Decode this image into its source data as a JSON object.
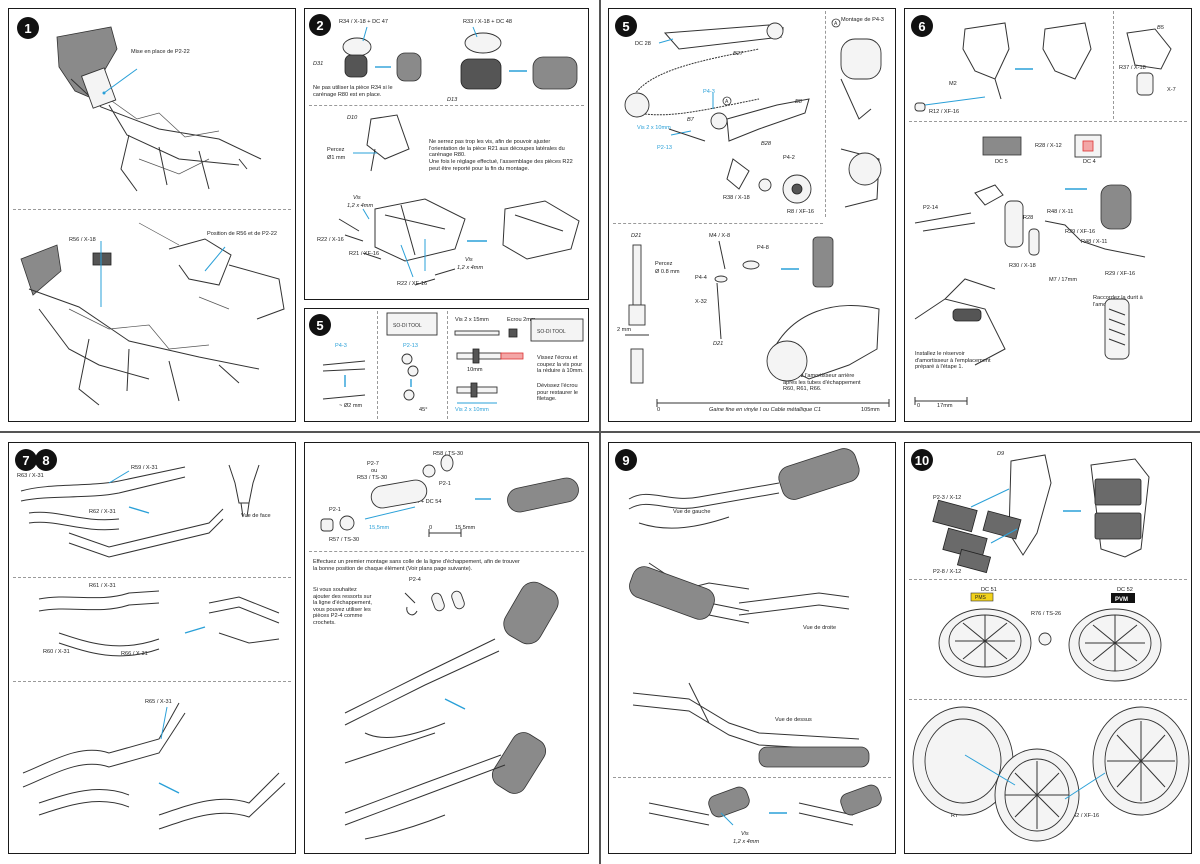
{
  "page_1": {
    "step1": {
      "num": "1",
      "title": "Mise en place de P2-22",
      "r56_label": "R56 / X-18",
      "title2": "Position de R56 et de P2-22"
    },
    "step2": {
      "num": "2",
      "r34": "R34 / X-18 + DC 47",
      "r33": "R33 / X-18 + DC 48",
      "d31": "D31",
      "d13": "D13",
      "warn": "Ne pas utiliser la pièce R34 si le carénage R80 est en place.",
      "d10": "D10",
      "percez": "Percez",
      "percez_d": "Ø1 mm",
      "note1": "Ne serrez pas trop les vis, afin de pouvoir ajuster l'orientation de la pièce R21 aux découpes latérales du carénage R80.",
      "note2": "Une fois le réglage effectué, l'assemblage des pièces R22 peut être reporté pour la fin du montage.",
      "vis1": "Vis",
      "vis1_size": "1,2 x 4mm",
      "r22_x16": "R22 / X-16",
      "r21_xf16": "R21 / XF-16",
      "vis2": "Vis",
      "vis2_size": "1,2 x 4mm",
      "r22_xf16": "R22 / XF-16"
    },
    "step5a": {
      "num": "5",
      "p4_3": "P4-3",
      "d2": "~ Ø2 mm",
      "p2_13": "P2-13",
      "angle": "45°",
      "tool1": "SO-DI TOOL",
      "tool2": "SO-DI TOOL",
      "vis": "Vis 2 x 15mm",
      "ecrou": "Ecrou 2mm",
      "dim10": "10mm",
      "vissez": "Vissez l'écrou et coupez la vis pour la réduire à 10mm.",
      "devissez": "Dévissez l'écrou pour restaurer le filetage.",
      "vis10": "Vis 2 x 10mm"
    },
    "step7_8": {
      "num7": "7",
      "num8": "8",
      "r63": "R63 / X-31",
      "r59": "R59 / X-31",
      "r62": "R62 / X-31",
      "face": "Vue de face",
      "r61": "R61 / X-31",
      "r60": "R60 / X-31",
      "r66": "R66 / X-31",
      "r65": "R65 / X-31"
    },
    "step8b": {
      "r58": "R58 / TS-30",
      "p2_7": "P2-7",
      "ou": "ou",
      "r53": "R53 / TS-30",
      "p2_1a": "P2-1",
      "r64": "R64 + DC 54",
      "p2_1b": "P2-1",
      "dim": "15,5mm",
      "r57": "R57 / TS-30",
      "scale0": "0",
      "scale1": "15,5mm",
      "note": "Effectuez un premier montage sans colle de la ligne d'échappement, afin de trouver la bonne position de chaque élément (Voir plans page suivante).",
      "p2_4": "P2-4",
      "note2": "Si vous souhaitez ajouter des ressorts sur la ligne d'échappement, vous pouvez utiliser les pièces P2-4 comme crochets."
    }
  },
  "page_2": {
    "step5b": {
      "num": "5",
      "dc28": "DC 28",
      "b8a": "B8",
      "b27": "B27",
      "p4_3": "P4-3",
      "a_circle": "A",
      "vis": "Vis 2 x 10mm",
      "b7": "B7",
      "b8b": "B8",
      "p2_13": "P2-13",
      "b28": "B28",
      "r38": "R38 / X-18",
      "p4_2": "P4-2",
      "r8": "R8 / XF-16",
      "montage": "Montage de P4-3",
      "a2": "A",
      "d21": "D21",
      "percez": "Percez",
      "percez_d": "Ø 0.8 mm",
      "dim2": "2 mm",
      "m4": "M4 / X-8",
      "p4_8": "P4-8",
      "p4_4": "P4-4",
      "x32": "X-32",
      "d21b": "D21",
      "install": "Installez l'amortisseur arrière après les tubes d'échappement R60, R61, R66.",
      "scale0": "0",
      "gaine": "Gaine fine en vinyle I ou Cable métallique C1",
      "scale1": "105mm"
    },
    "step6": {
      "num": "6",
      "m2": "M2",
      "r12": "R12 / XF-16",
      "b5": "B5",
      "r37": "R37 / X-18",
      "x7": "X-7",
      "dc5": "DC 5",
      "r28_x12": "R28 / X-12",
      "dc4": "DC 4",
      "p2_14": "P2-14",
      "r28": "R28",
      "r48a": "R48 / X-11",
      "r29a": "R29 / XF-16",
      "r48b": "R48 / X-11",
      "r30": "R30 / X-18",
      "m7": "M7 / 17mm",
      "r29b": "R29 / XF-16",
      "note_res": "Installez le réservoir d'amortisseur à l'emplacement préparé à l'étape 1.",
      "note_durit": "Raccordez la durit à l'amortisseur.",
      "scale0": "0",
      "scale1": "17mm"
    },
    "step9": {
      "num": "9",
      "gauche": "Vue de gauche",
      "droite": "Vue de droite",
      "dessus": "Vue de dessus",
      "vis": "Vis",
      "vis_size": "1,2 x 4mm"
    },
    "step10": {
      "num": "10",
      "d9": "D9",
      "p2_3": "P2-3 / X-12",
      "p2_8": "P2-8 / X-12",
      "dc51": "DC 51",
      "dc52": "DC 52",
      "r76": "R76 / TS-26",
      "rt": "RT",
      "r42": "R42 / XF-16",
      "logo1": "PMS",
      "logo2": "PVM"
    }
  }
}
